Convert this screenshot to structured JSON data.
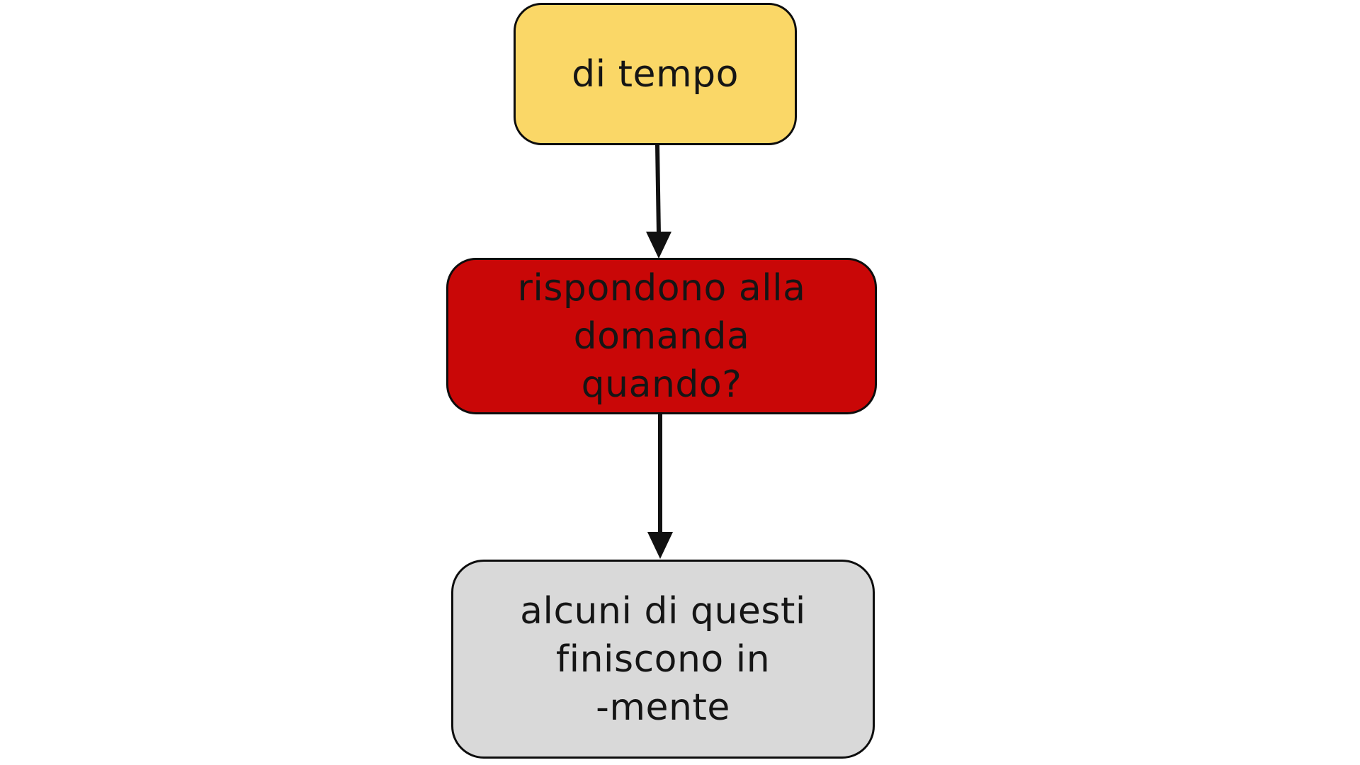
{
  "diagram": {
    "background_color": "#ffffff",
    "outline_color": "#0d0d0d",
    "arrow_color": "#111111",
    "nodes": [
      {
        "id": "di-tempo",
        "label": "di tempo",
        "fill": "#FAD767",
        "text_color": "#151515"
      },
      {
        "id": "rispondono-alla-domanda-quando",
        "label": "rispondono alla\ndomanda\nquando?",
        "fill": "#C90707",
        "text_color": "#151515"
      },
      {
        "id": "alcuni-finiscono-in-mente",
        "label": "alcuni di questi\nfiniscono in\n-mente",
        "fill": "#D9D9D9",
        "text_color": "#151515"
      }
    ],
    "connectors": [
      {
        "id": "arrow-1",
        "from": "di-tempo",
        "to": "rispondono-alla-domanda-quando"
      },
      {
        "id": "arrow-2",
        "from": "rispondono-alla-domanda-quando",
        "to": "alcuni-finiscono-in-mente"
      }
    ]
  }
}
